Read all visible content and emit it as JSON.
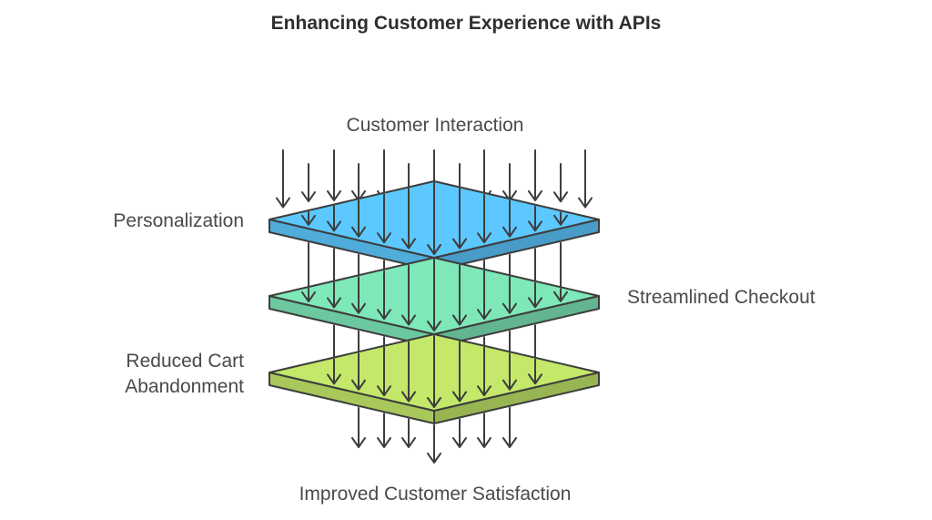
{
  "title": "Enhancing Customer Experience with APIs",
  "labels": {
    "top": "Customer Interaction",
    "layer1": "Personalization",
    "layer2": "Streamlined Checkout",
    "layer3_line1": "Reduced Cart",
    "layer3_line2": "Abandonment",
    "bottom": "Improved Customer Satisfaction"
  },
  "layers": [
    {
      "name": "Personalization",
      "color": "#5cc8ff"
    },
    {
      "name": "Streamlined Checkout",
      "color": "#7ee8b8"
    },
    {
      "name": "Reduced Cart Abandonment",
      "color": "#c3e86a"
    }
  ],
  "colors": {
    "arrow": "#3d3d3d",
    "outline": "#3d3d3d"
  }
}
